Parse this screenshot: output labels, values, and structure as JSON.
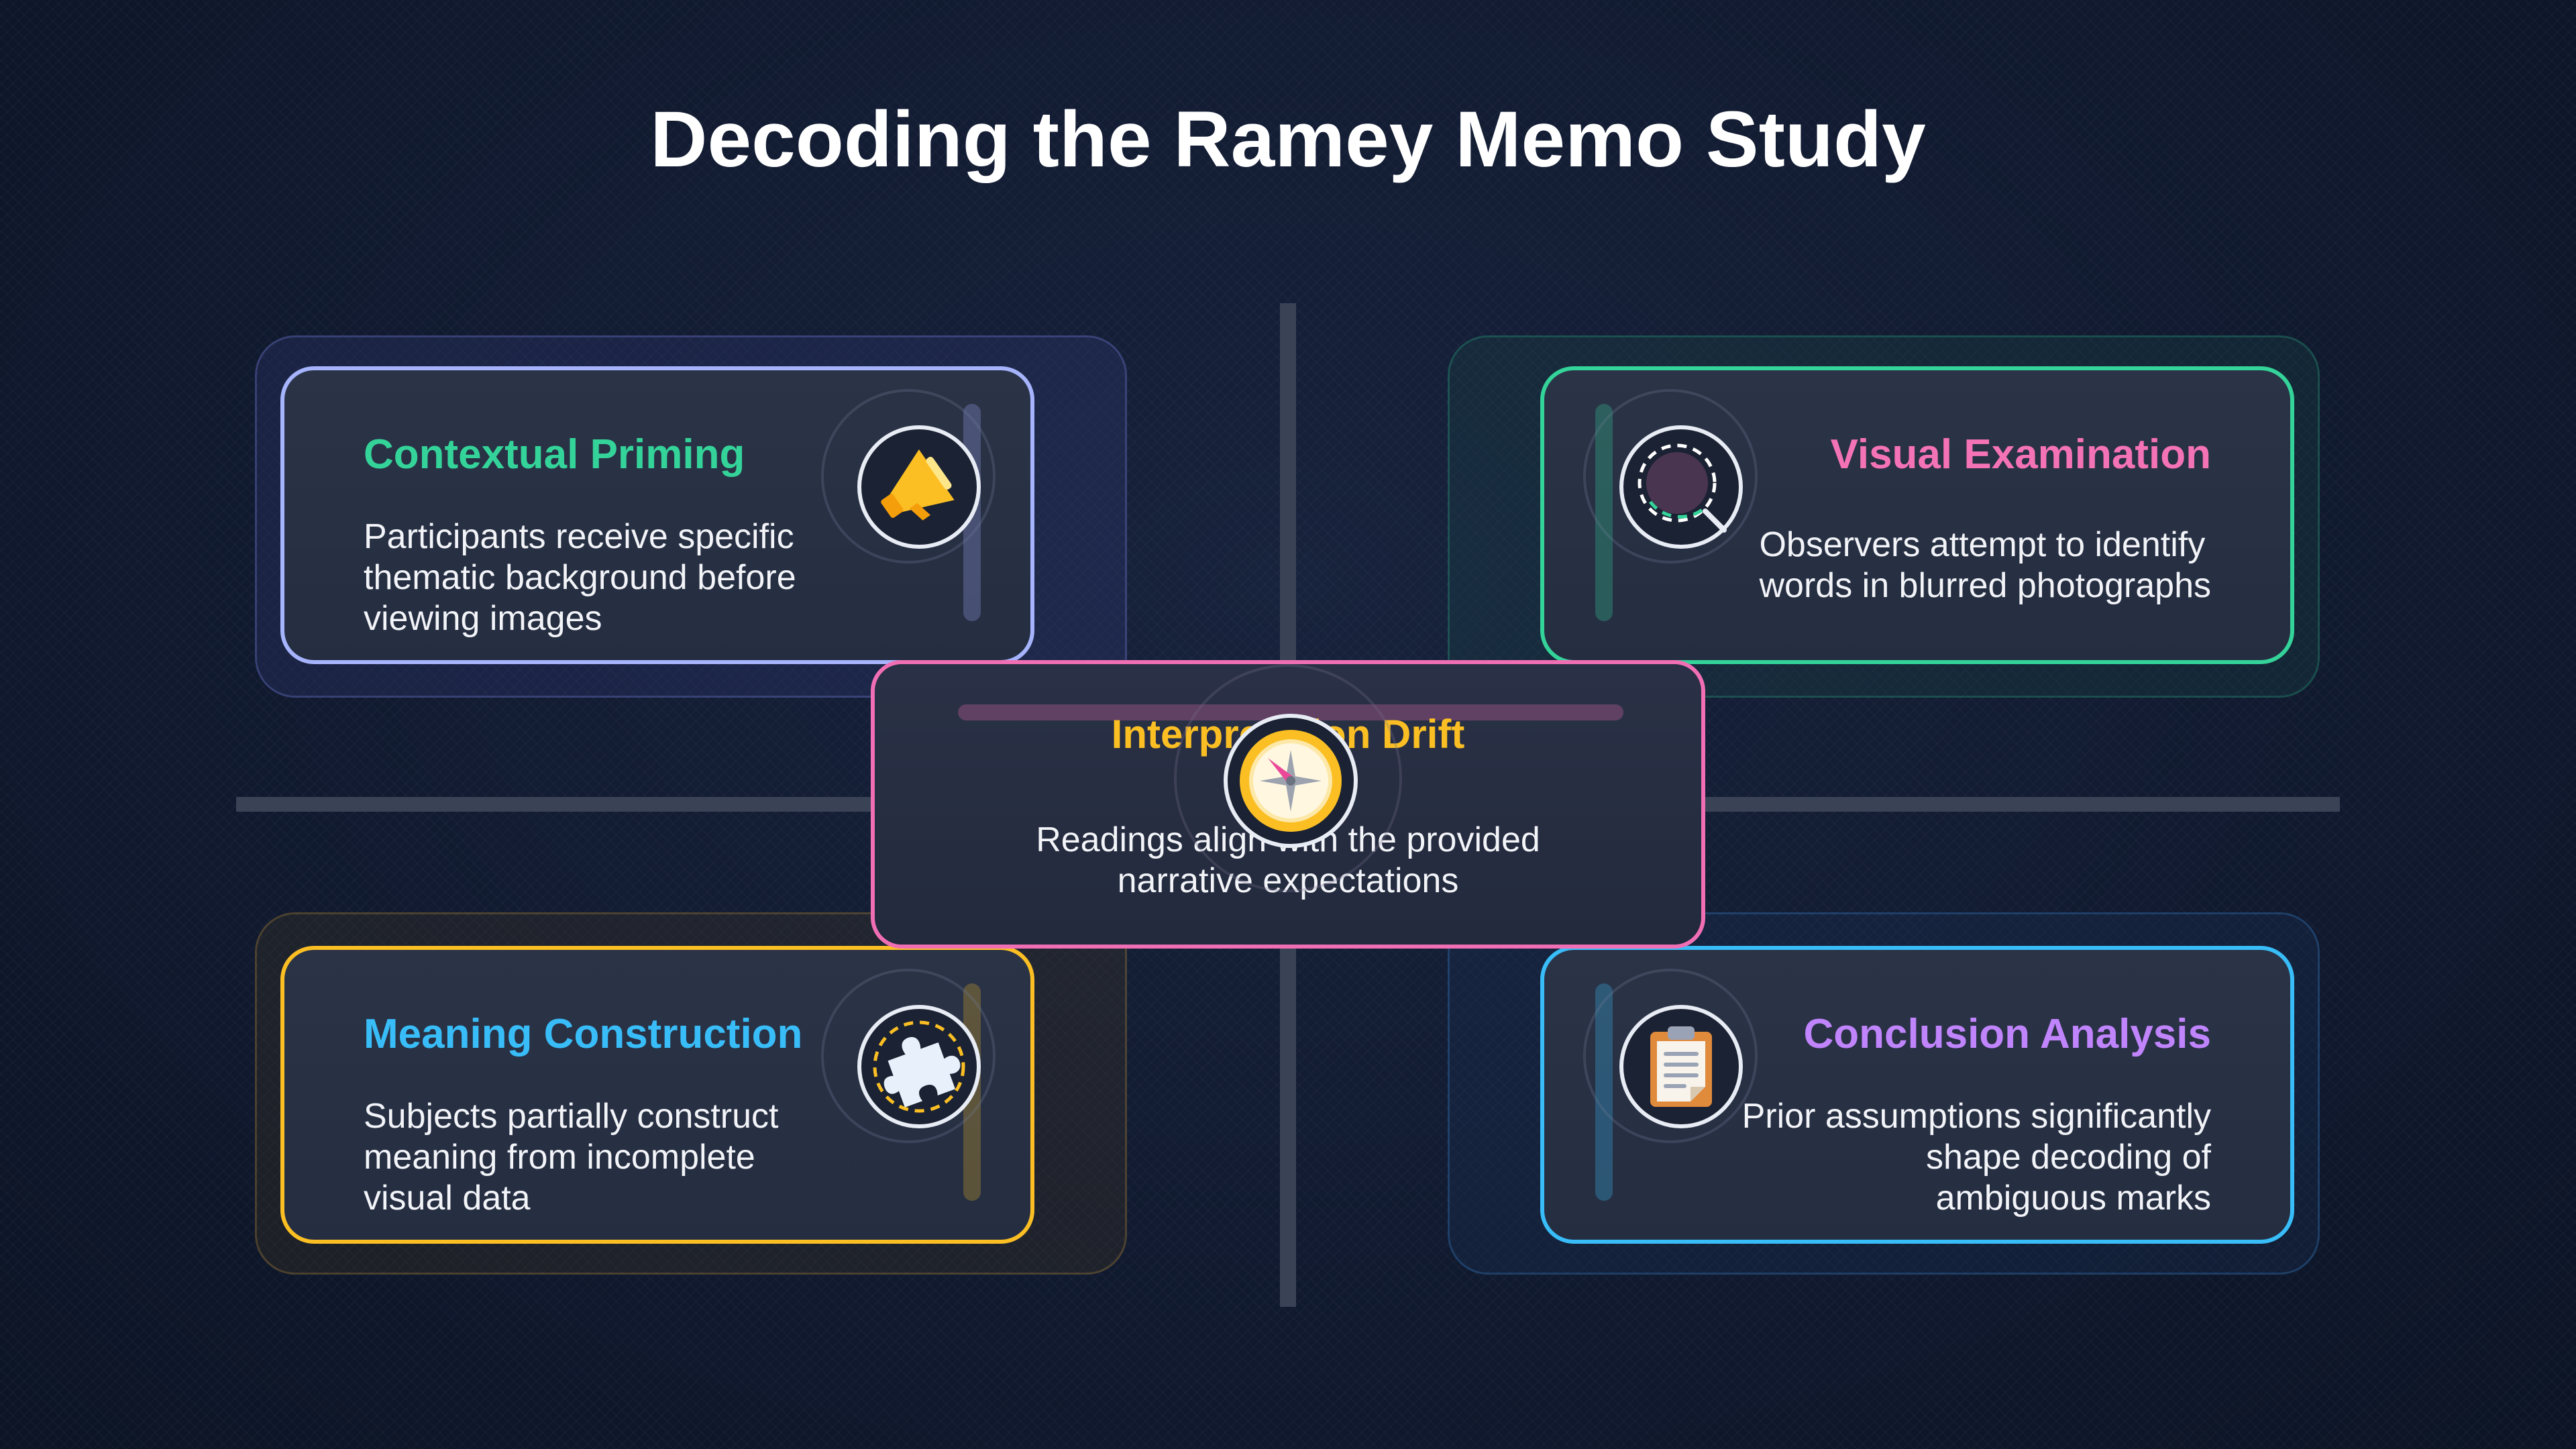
{
  "title": "Decoding the Ramey Memo Study",
  "colors": {
    "background": "#101a30",
    "contextual_priming": "#34d399",
    "visual_examination": "#f472b6",
    "meaning_construction": "#38bdf8",
    "conclusion_analysis": "#c084fc",
    "interpretation_drift": "#fbbf24"
  },
  "cards": {
    "contextual_priming": {
      "title": "Contextual Priming",
      "lines": [
        "Participants receive specific",
        "thematic background before",
        "viewing images"
      ],
      "icon": "megaphone-icon"
    },
    "visual_examination": {
      "title": "Visual Examination",
      "lines": [
        "Observers attempt to identify",
        "words in blurred photographs"
      ],
      "icon": "magnifier-icon"
    },
    "meaning_construction": {
      "title": "Meaning Construction",
      "lines": [
        "Subjects partially construct",
        "meaning from incomplete",
        "visual data"
      ],
      "icon": "puzzle-piece-icon"
    },
    "conclusion_analysis": {
      "title": "Conclusion Analysis",
      "lines": [
        "Prior assumptions significantly",
        "shape decoding of",
        "ambiguous marks"
      ],
      "icon": "clipboard-icon"
    }
  },
  "center": {
    "title": "Interpretation Drift",
    "lines": [
      "Readings align with the provided",
      "narrative expectations"
    ],
    "icon": "compass-icon"
  }
}
